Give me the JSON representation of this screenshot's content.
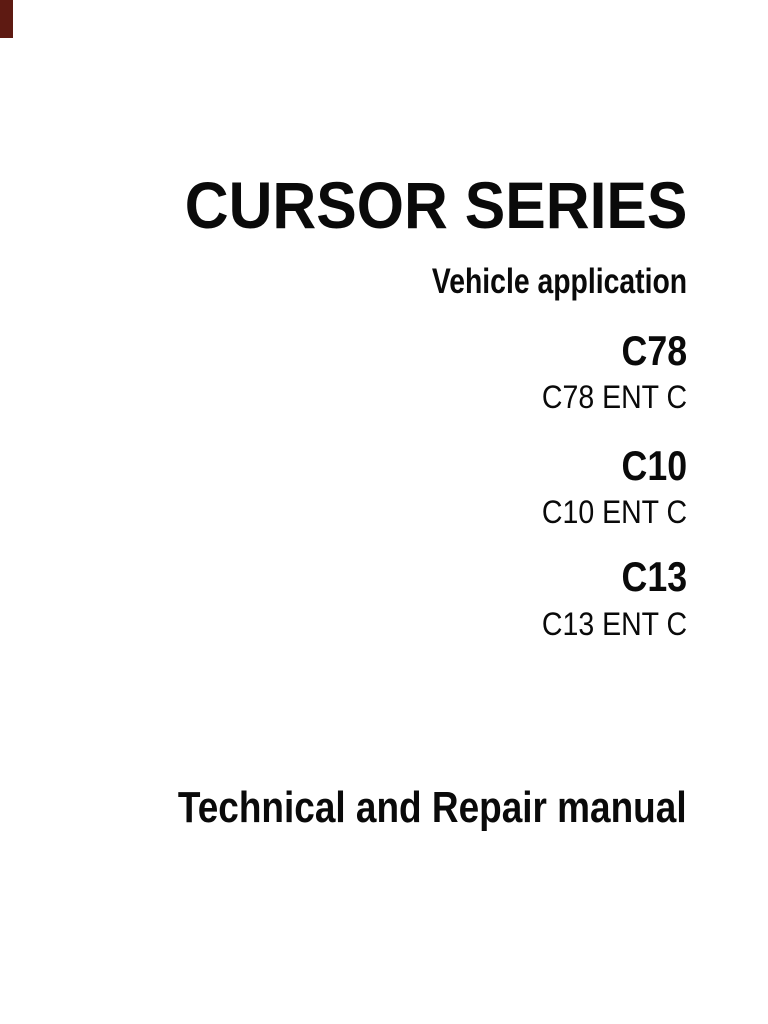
{
  "page": {
    "background": "#ffffff",
    "text_color": "#0a0a0a"
  },
  "corner_marker": {
    "color": "#5e1a12"
  },
  "cover": {
    "series_title": "CURSOR SERIES",
    "subtitle": "Vehicle application",
    "models": [
      {
        "name": "C78",
        "variant": "C78 ENT C"
      },
      {
        "name": "C10",
        "variant": "C10 ENT C"
      },
      {
        "name": "C13",
        "variant": "C13 ENT C"
      }
    ],
    "manual_title": "Technical and Repair manual"
  }
}
